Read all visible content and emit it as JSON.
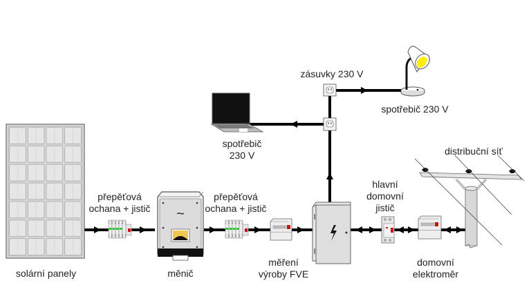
{
  "diagram": {
    "title": "Schéma zapojení fotovoltaické elektrárny",
    "components": {
      "solar_panels": {
        "label": "solární panely"
      },
      "surge_protection_1": {
        "label_line1": "přepěťová",
        "label_line2": "ochana + jistič"
      },
      "inverter": {
        "label": "měnič",
        "symbol": "~"
      },
      "surge_protection_2": {
        "label_line1": "přepěťová",
        "label_line2": "ochana + jistič"
      },
      "production_meter": {
        "label_line1": "měření",
        "label_line2": "výroby FVE"
      },
      "distribution_box": {
        "symbol": "lightning-bolt"
      },
      "main_breaker": {
        "label_line1": "hlavní",
        "label_line2": "domovní",
        "label_line3": "jistič"
      },
      "house_meter": {
        "label_line1": "domovní",
        "label_line2": "elektroměr"
      },
      "grid": {
        "label": "distribuční síť"
      },
      "sockets": {
        "label": "zásuvky 230 V"
      },
      "laptop": {
        "label_line1": "spotřebič",
        "label_line2": "230 V"
      },
      "lamp": {
        "label": "spotřebič 230 V"
      }
    },
    "connections": [
      {
        "from": "solar_panels",
        "to": "surge_protection_1",
        "direction": "forward"
      },
      {
        "from": "surge_protection_1",
        "to": "inverter",
        "direction": "forward"
      },
      {
        "from": "inverter",
        "to": "surge_protection_2",
        "direction": "forward"
      },
      {
        "from": "surge_protection_2",
        "to": "production_meter",
        "direction": "forward"
      },
      {
        "from": "production_meter",
        "to": "distribution_box",
        "direction": "forward"
      },
      {
        "from": "distribution_box",
        "to": "main_breaker",
        "direction": "bidirectional"
      },
      {
        "from": "main_breaker",
        "to": "house_meter",
        "direction": "bidirectional"
      },
      {
        "from": "house_meter",
        "to": "grid",
        "direction": "bidirectional"
      },
      {
        "from": "distribution_box",
        "to": "sockets",
        "direction": "forward"
      },
      {
        "from": "sockets",
        "to": "laptop",
        "direction": "forward"
      },
      {
        "from": "sockets",
        "to": "lamp",
        "direction": "forward"
      }
    ],
    "colors": {
      "line": "#000000",
      "device_fill": "#e6e6e6",
      "device_stroke": "#777777",
      "indicator_green": "#22cc22",
      "indicator_red": "#cc1111",
      "lamp_bulb": "#ffee00",
      "inverter_display": "#f0c850"
    }
  }
}
